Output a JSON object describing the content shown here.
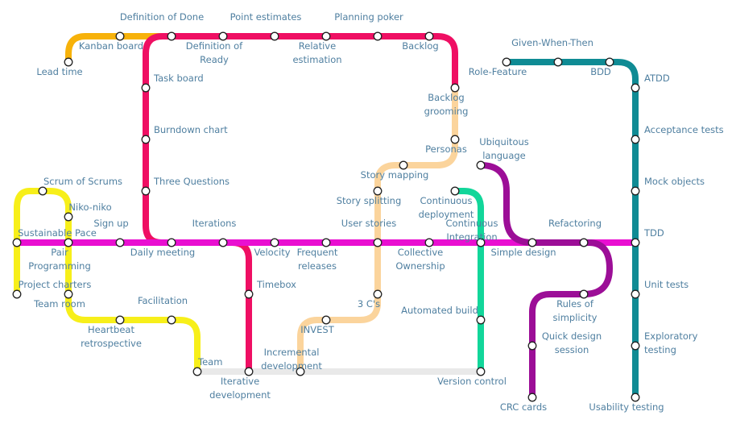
{
  "colors": {
    "teams": "#f7ef1a",
    "scrum": "#ef0f63",
    "lean": "#f7b20a",
    "xp": "#e90fd1",
    "design": "#9c0e97",
    "stories": "#fbd49c",
    "tdd": "#0f8b94",
    "ci": "#12d69a",
    "connector": "#e9e9e9"
  },
  "stations": {
    "lead_time": "Lead time",
    "kanban_board": "Kanban board",
    "definition_of_done": "Definition of Done",
    "definition_of_ready": "Definition of Ready",
    "point_estimates": "Point estimates",
    "relative_estimation": "Relative estimation",
    "planning_poker": "Planning poker",
    "backlog": "Backlog",
    "task_board": "Task board",
    "burndown_chart": "Burndown chart",
    "three_questions": "Three Questions",
    "backlog_grooming": "Backlog grooming",
    "personas": "Personas",
    "story_mapping": "Story mapping",
    "story_splitting": "Story splitting",
    "user_stories": "User stories",
    "three_cs": "3 C's",
    "invest": "INVEST",
    "incremental_development": "Incremental development",
    "iterations": "Iterations",
    "sign_up": "Sign up",
    "daily_meeting": "Daily meeting",
    "velocity": "Velocity",
    "frequent_releases": "Frequent releases",
    "collective_ownership": "Collective Ownership",
    "timebox": "Timebox",
    "iterative_development": "Iterative development",
    "scrum_of_scrums": "Scrum of Scrums",
    "niko_niko": "Niko-niko",
    "sustainable_pace": "Sustainable Pace",
    "pair_programming": "Pair Programming",
    "project_charters": "Project charters",
    "team_room": "Team room",
    "facilitation": "Facilitation",
    "heartbeat_retrospective": "Heartbeat retrospective",
    "team": "Team",
    "continuous_deployment": "Continuous deployment",
    "continuous_integration": "Continuous Integration",
    "automated_build": "Automated build",
    "version_control": "Version control",
    "ubiquitous_language": "Ubiquitous language",
    "simple_design": "Simple design",
    "refactoring": "Refactoring",
    "rules_of_simplicity": "Rules of simplicity",
    "quick_design_session": "Quick design session",
    "crc_cards": "CRC cards",
    "role_feature": "Role-Feature",
    "given_when_then": "Given-When-Then",
    "bdd": "BDD",
    "atdd": "ATDD",
    "acceptance_tests": "Acceptance tests",
    "mock_objects": "Mock objects",
    "tdd": "TDD",
    "unit_tests": "Unit tests",
    "exploratory_testing": "Exploratory testing",
    "usability_testing": "Usability testing"
  }
}
